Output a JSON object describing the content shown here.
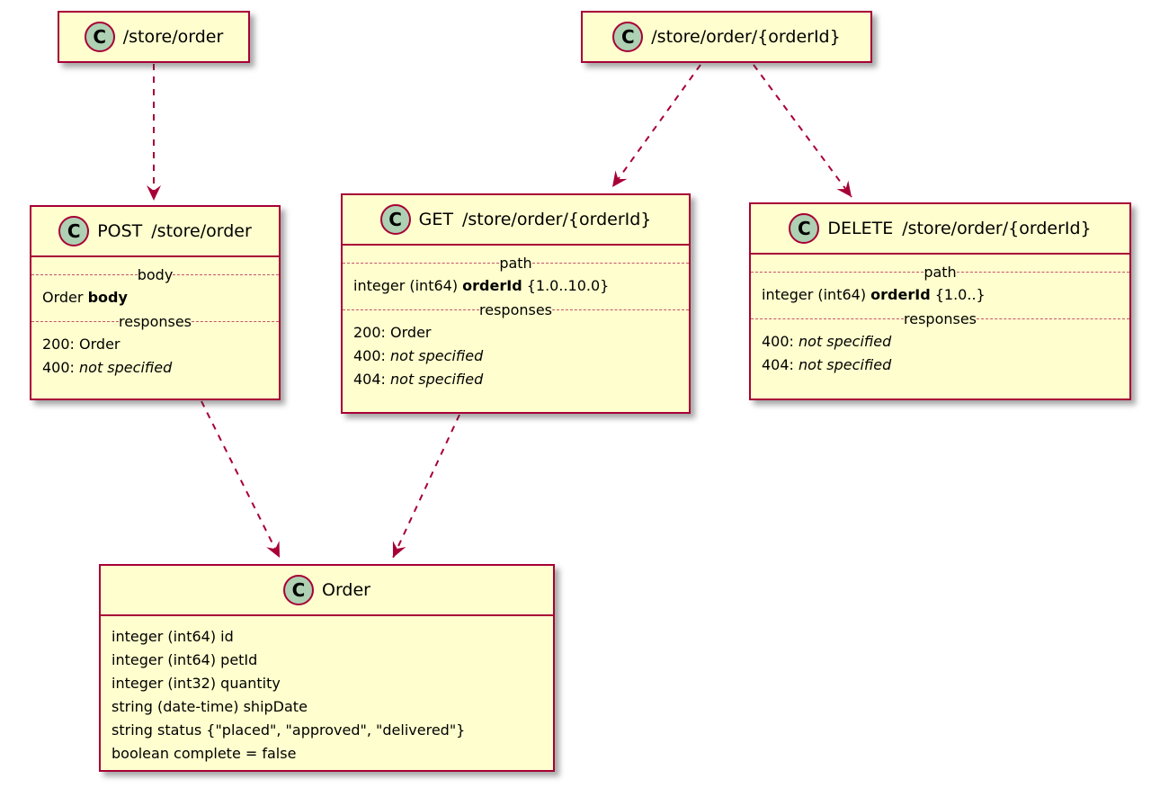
{
  "diagram": {
    "type": "plantuml-class-diagram",
    "colors": {
      "node_fill": "#FEFECE",
      "node_border": "#A80036",
      "stereotype_circle_fill": "#ADD1B2",
      "arrow": "#A80036",
      "text": "#000000"
    },
    "stereotype_letter": "C"
  },
  "boxes": {
    "resource_order": {
      "title": "/store/order"
    },
    "resource_orderid": {
      "title": "/store/order/{orderId}"
    },
    "post": {
      "method": "POST",
      "path": "/store/order",
      "body_separator": "body",
      "body_param": {
        "prefix": "Order ",
        "name": "body"
      },
      "responses_separator": "responses",
      "responses": {
        "r200": "200: Order",
        "r400_code": "400: ",
        "r400_value": "not specified"
      }
    },
    "get": {
      "method": "GET",
      "path": "/store/order/{orderId}",
      "path_separator": "path",
      "path_param": {
        "prefix": "integer (int64) ",
        "name": "orderId",
        "suffix": " {1.0..10.0}"
      },
      "responses_separator": "responses",
      "responses": {
        "r200": "200: Order",
        "r400_code": "400: ",
        "r400_value": "not specified",
        "r404_code": "404: ",
        "r404_value": "not specified"
      }
    },
    "delete": {
      "method": "DELETE",
      "path": "/store/order/{orderId}",
      "path_separator": "path",
      "path_param": {
        "prefix": "integer (int64) ",
        "name": "orderId",
        "suffix": " {1.0..}"
      },
      "responses_separator": "responses",
      "responses": {
        "r400_code": "400: ",
        "r400_value": "not specified",
        "r404_code": "404: ",
        "r404_value": "not specified"
      }
    },
    "order_model": {
      "title": "Order",
      "fields": {
        "f1": "integer (int64) id",
        "f2": "integer (int64) petId",
        "f3": "integer (int32) quantity",
        "f4": "string (date-time) shipDate",
        "f5": "string status {\"placed\", \"approved\", \"delivered\"}",
        "f6": "boolean complete = false"
      }
    }
  },
  "edges": [
    {
      "from": "/store/order",
      "to": "POST /store/order",
      "style": "dashed-dependency"
    },
    {
      "from": "/store/order/{orderId}",
      "to": "GET /store/order/{orderId}",
      "style": "dashed-dependency"
    },
    {
      "from": "/store/order/{orderId}",
      "to": "DELETE /store/order/{orderId}",
      "style": "dashed-dependency"
    },
    {
      "from": "POST /store/order",
      "to": "Order",
      "style": "dashed-dependency"
    },
    {
      "from": "GET /store/order/{orderId}",
      "to": "Order",
      "style": "dashed-dependency"
    }
  ]
}
